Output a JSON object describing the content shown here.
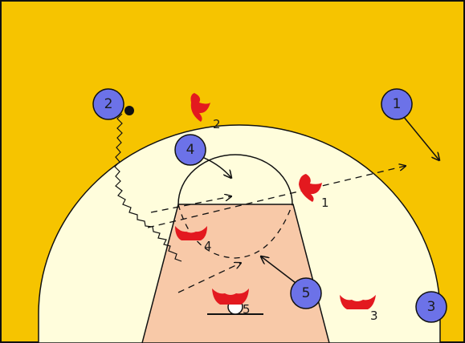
{
  "colors": {
    "court": "#F6C400",
    "zone": "#FFFDDC",
    "paint": "#F8C9A8",
    "line": "#111111",
    "offense": "#6C72E8",
    "defense": "#E3191F"
  },
  "offense": [
    {
      "label": "2",
      "has_ball": true
    },
    {
      "label": "4"
    },
    {
      "label": "1"
    },
    {
      "label": "5"
    },
    {
      "label": "3"
    }
  ],
  "defense": [
    {
      "label": "2"
    },
    {
      "label": "1"
    },
    {
      "label": "4"
    },
    {
      "label": "5"
    },
    {
      "label": "3"
    }
  ]
}
